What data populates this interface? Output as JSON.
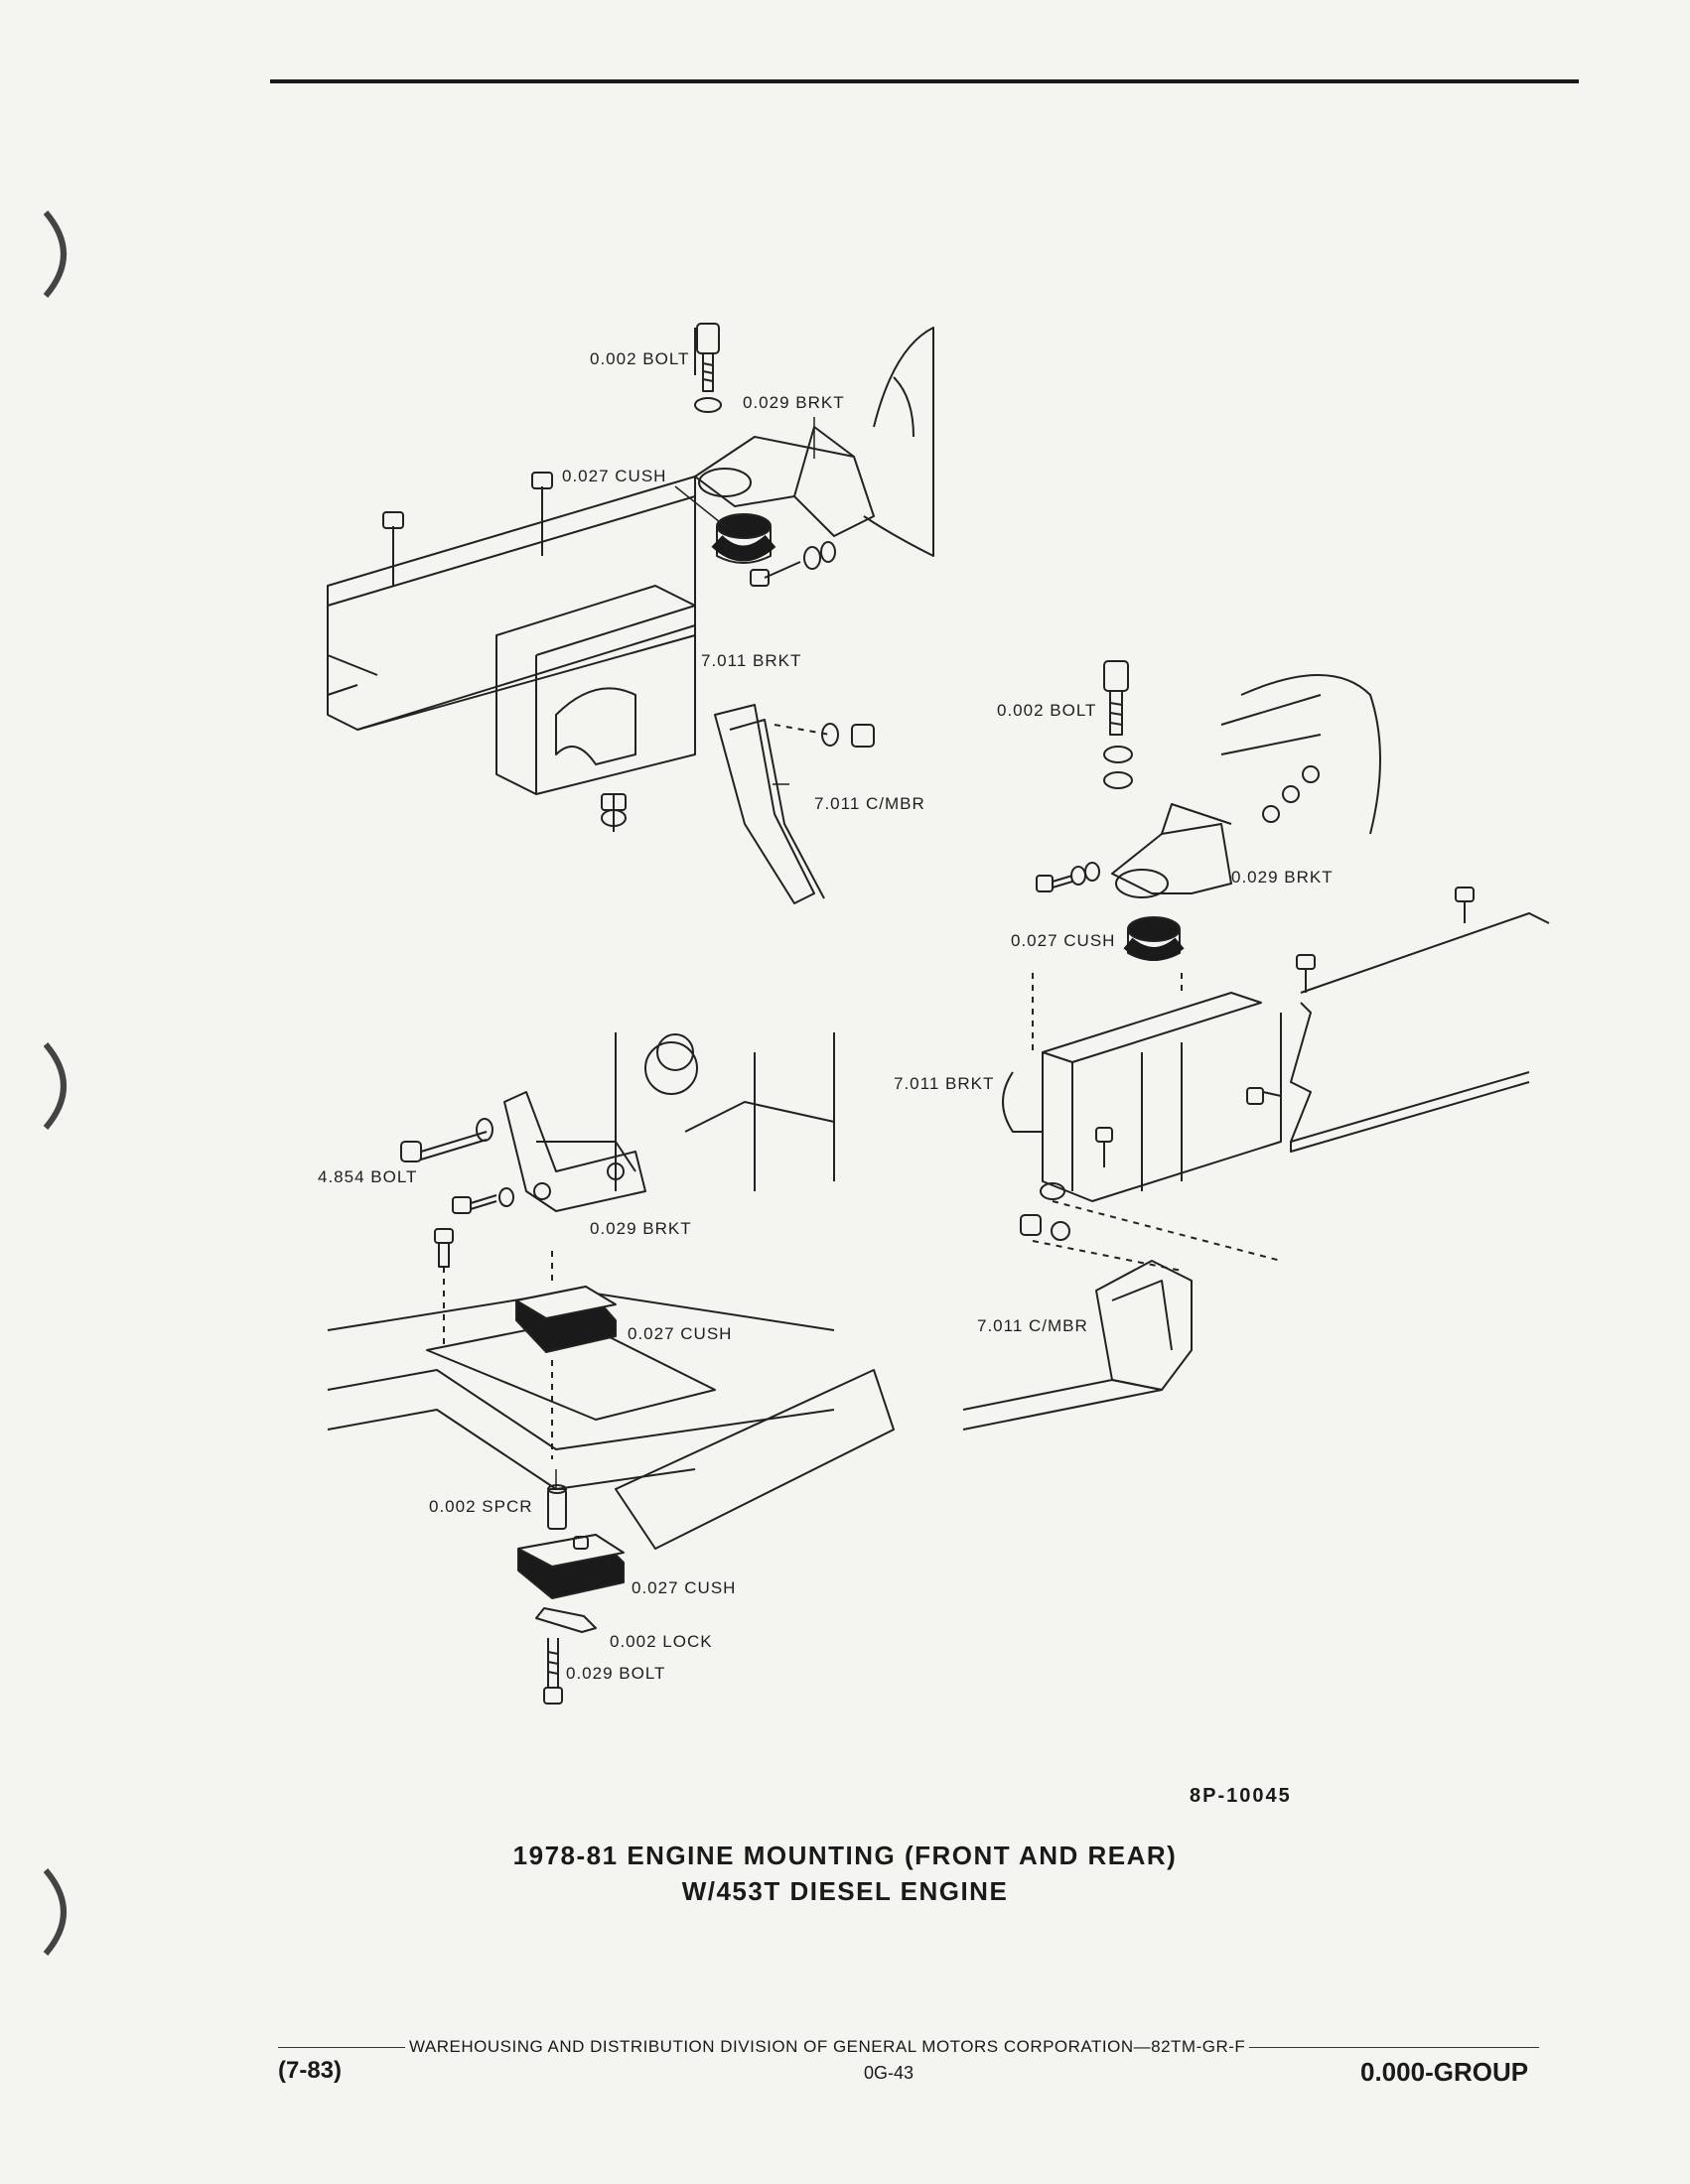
{
  "diagram": {
    "front_mount": {
      "bolt_top": "0.002 BOLT",
      "bracket_top": "0.029 BRKT",
      "cushion": "0.027 CUSH",
      "frame_bracket": "7.011 BRKT",
      "crossmember": "7.011 C/MBR"
    },
    "rear_left_mount": {
      "bolt": "4.854 BOLT",
      "bracket": "0.029 BRKT",
      "cushion_upper": "0.027 CUSH",
      "spacer": "0.002 SPCR",
      "cushion_lower": "0.027 CUSH",
      "lock": "0.002 LOCK",
      "bolt_lower": "0.029 BOLT"
    },
    "rear_right_mount": {
      "bolt_top": "0.002 BOLT",
      "bracket_top": "0.029 BRKT",
      "cushion": "0.027 CUSH",
      "frame_bracket": "7.011 BRKT",
      "crossmember": "7.011 C/MBR"
    }
  },
  "figure_number": "8P-10045",
  "caption": {
    "line1": "1978-81 ENGINE MOUNTING (FRONT AND REAR)",
    "line2": "W/453T DIESEL ENGINE"
  },
  "footer": {
    "publisher": "WAREHOUSING AND DISTRIBUTION  DIVISION OF GENERAL MOTORS CORPORATION—82TM-GR-F",
    "date_code": "(7-83)",
    "page": "0G-43",
    "group": "0.000-GROUP"
  }
}
